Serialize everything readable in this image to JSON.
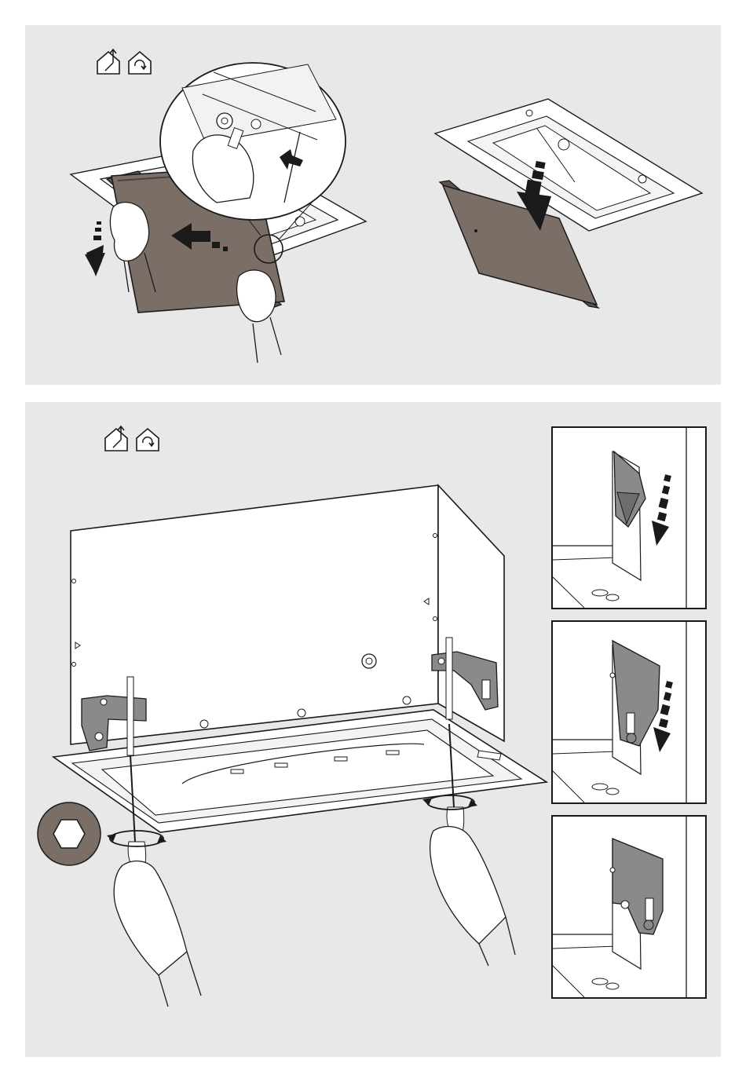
{
  "colors": {
    "panel_background": "#e8e8e8",
    "filter_panel": "#7a6e66",
    "bracket_grey": "#8a8a8a",
    "line": "#1a1a1a",
    "surface": "#ffffff"
  },
  "icons": {
    "step_icons": [
      "house-out-arrow-icon",
      "house-recirculation-icon"
    ],
    "tool_icon": "hex-socket-icon"
  },
  "steps": [
    {
      "name": "filter-removal",
      "insets": 0
    },
    {
      "name": "unit-installation",
      "insets": 3
    }
  ]
}
